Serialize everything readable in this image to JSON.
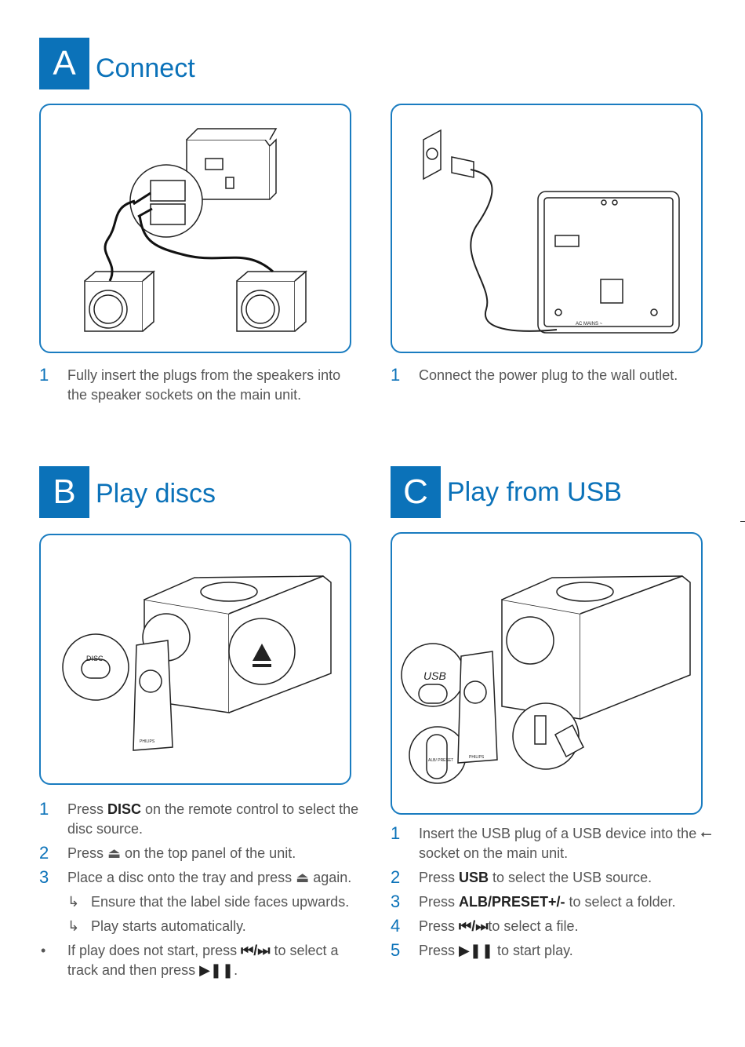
{
  "sections": {
    "a": {
      "letter": "A",
      "title": "Connect"
    },
    "b": {
      "letter": "B",
      "title": "Play discs"
    },
    "c": {
      "letter": "C",
      "title": "Play from USB"
    }
  },
  "connect": {
    "left": {
      "num": "1",
      "text": "Fully insert the plugs from the speakers into the speaker sockets on the main unit."
    },
    "right": {
      "num": "1",
      "text": "Connect the power plug to the wall outlet."
    },
    "illustration_labels": {
      "ac_mains": "AC MAINS ~"
    }
  },
  "play_discs": {
    "illustration_labels": {
      "disc": "DISC",
      "brand": "PHILIPS"
    },
    "steps": [
      {
        "num": "1",
        "pre": "Press ",
        "bold": "DISC",
        "post": " on the remote control to select the disc source."
      },
      {
        "num": "2",
        "pre": "Press ",
        "glyph": "⏏",
        "post": " on the top panel of the unit."
      },
      {
        "num": "3",
        "pre": "Place a disc onto the tray and press ",
        "glyph": "⏏",
        "post": " again."
      }
    ],
    "subs": [
      {
        "arrow": "↳",
        "text": "Ensure that the label side faces upwards."
      },
      {
        "arrow": "↳",
        "text": "Play starts automatically."
      }
    ],
    "bullet": {
      "mark": "•",
      "pre": "If play does not start, press ",
      "glyph1": "⏮/⏭",
      "mid": " to select a track and then press ",
      "glyph2": "▶❚❚",
      "post": "."
    }
  },
  "play_usb": {
    "illustration_labels": {
      "usb": "USB",
      "alb_preset": "ALB/ PRESET",
      "brand": "PHILIPS"
    },
    "steps": [
      {
        "num": "1",
        "pre": "Insert the USB plug of a USB device into the ",
        "glyph": "⭠",
        "post": " socket on the main unit."
      },
      {
        "num": "2",
        "pre": "Press ",
        "bold": "USB",
        "post": " to select the USB source."
      },
      {
        "num": "3",
        "pre": "Press ",
        "bold": "ALB/PRESET+/-",
        "post": " to select a folder."
      },
      {
        "num": "4",
        "pre": "Press ",
        "glyph": "⏮/⏭",
        "post": "to select a file."
      },
      {
        "num": "5",
        "pre": "Press ",
        "glyph": "▶❚❚",
        "post": " to start play."
      }
    ]
  }
}
